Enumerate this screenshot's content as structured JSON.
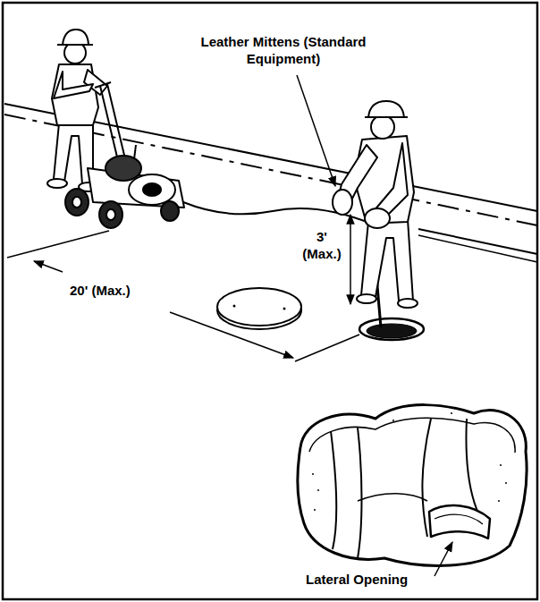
{
  "diagram": {
    "labels": [
      "Leather Mittens (Standard Equipment)",
      "3' (Max.)",
      "20' (Max.)",
      "Lateral Opening"
    ]
  }
}
